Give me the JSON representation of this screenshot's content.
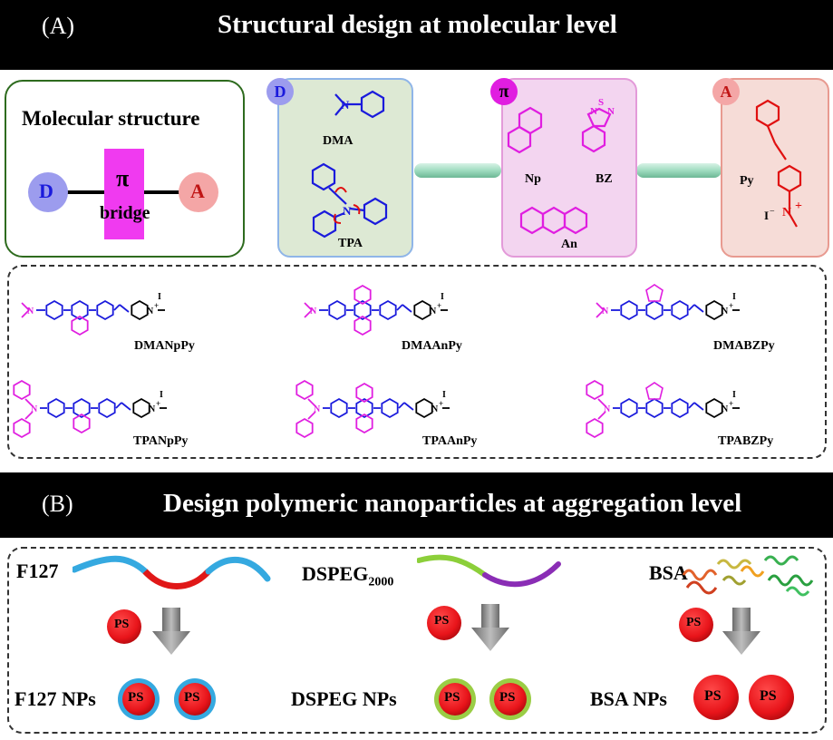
{
  "panel_a": {
    "tag": "(A)",
    "title": "Structural design at molecular level",
    "molecular_structure": {
      "heading": "Molecular structure",
      "donor": "D",
      "pi": "π",
      "bridge": "bridge",
      "acceptor": "A"
    },
    "donor_box": {
      "badge": "D",
      "items": [
        "DMA",
        "TPA"
      ]
    },
    "pi_box": {
      "badge": "π",
      "items": [
        "Np",
        "BZ",
        "An"
      ]
    },
    "acceptor_box": {
      "badge": "A",
      "items": [
        "Py"
      ]
    },
    "compounds": [
      "DMANpPy",
      "DMAAnPy",
      "DMABZPy",
      "TPANpPy",
      "TPAAnPy",
      "TPABZPy"
    ]
  },
  "panel_b": {
    "tag": "(B)",
    "title": "Design polymeric nanoparticles at aggregation level",
    "columns": [
      {
        "polymer": "F127",
        "polymer_sub": "",
        "ps": "PS",
        "np_label": "F127 NPs"
      },
      {
        "polymer": "DSPEG",
        "polymer_sub": "2000",
        "ps": "PS",
        "np_label": "DSPEG NPs"
      },
      {
        "polymer": "BSA",
        "polymer_sub": "",
        "ps": "PS",
        "np_label": "BSA NPs"
      }
    ]
  },
  "colors": {
    "donor": "#1a1adc",
    "pi": "#e01ee0",
    "acceptor": "#e01010",
    "donor_bg": "#dde9d4",
    "pi_bg": "#f3d5f0",
    "acceptor_bg": "#f6dcd7",
    "ps_red": "#e8141a",
    "f127_shell": "#35a9e0",
    "dspeg_shell": "#9acd45"
  }
}
